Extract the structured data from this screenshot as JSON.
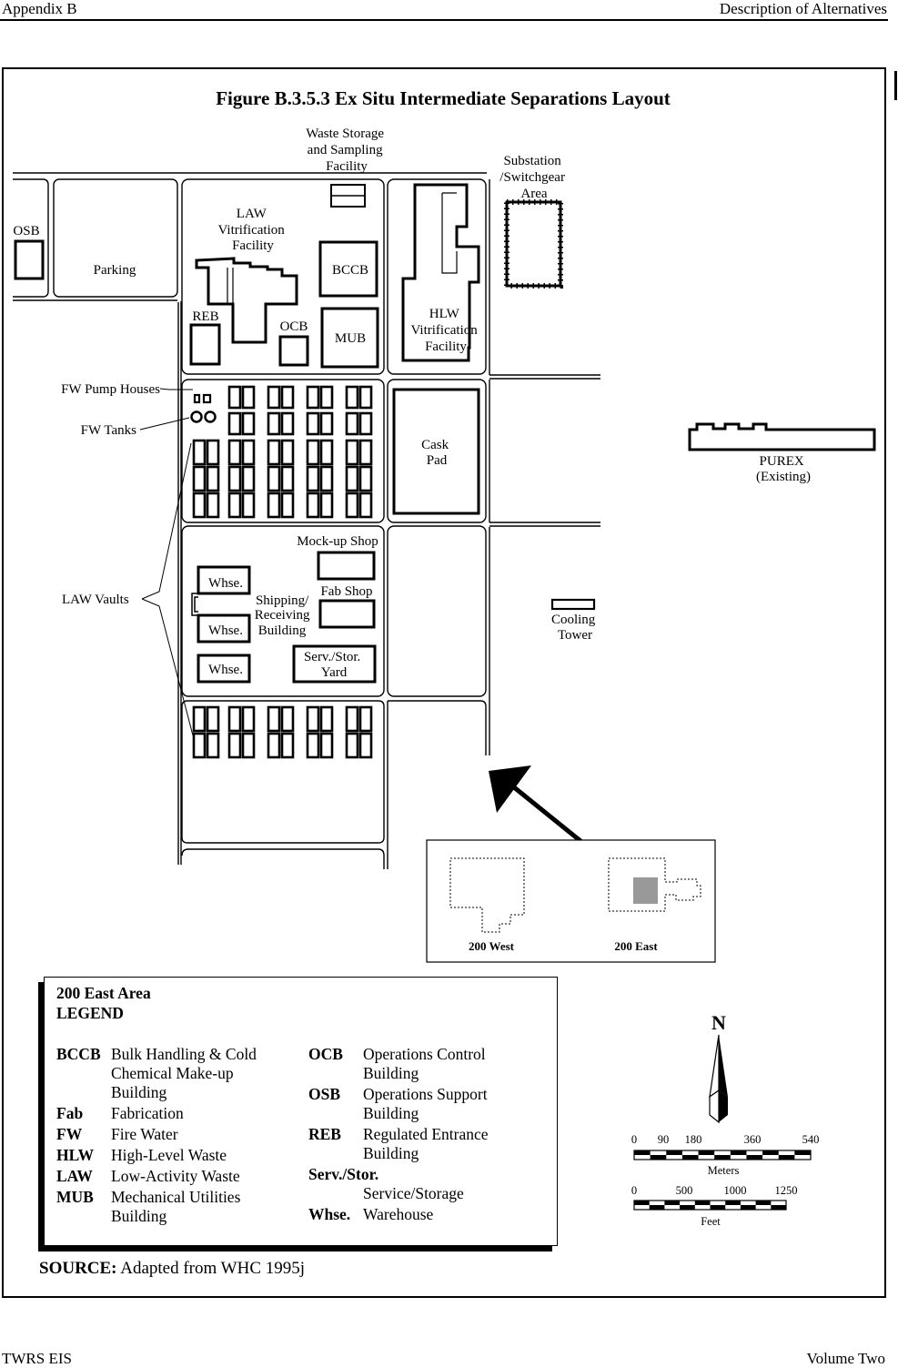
{
  "header": {
    "left": "Appendix B",
    "right": "Description of Alternatives"
  },
  "footer": {
    "left": "TWRS EIS",
    "right": "Volume Two"
  },
  "figure": {
    "title": "Figure B.3.5.3  Ex Situ Intermediate Separations Layout"
  },
  "map_labels": {
    "waste_storage": [
      "Waste Storage",
      "and Sampling",
      "Facility"
    ],
    "substation": [
      "Substation",
      "/Switchgear",
      "Area"
    ],
    "osb": "OSB",
    "parking": "Parking",
    "law_vit": [
      "LAW",
      "Vitrification",
      "Facility"
    ],
    "bccb": "BCCB",
    "reb": "REB",
    "ocb": "OCB",
    "mub": "MUB",
    "hlw_vit": [
      "HLW",
      "Vitrification",
      "Facility"
    ],
    "fw_pump": "FW Pump Houses",
    "fw_tanks": "FW Tanks",
    "cask_pad": [
      "Cask",
      "Pad"
    ],
    "purex": [
      "PUREX",
      "(Existing)"
    ],
    "mockup": "Mock-up Shop",
    "fab_shop": "Fab  Shop",
    "whse": "Whse.",
    "shipping": [
      "Shipping/",
      "Receiving",
      "Building"
    ],
    "serv": [
      "Serv./Stor.",
      "Yard"
    ],
    "law_vaults": "LAW Vaults",
    "cooling": [
      "Cooling",
      "Tower"
    ]
  },
  "inset": {
    "west": "200 West",
    "east": "200 East"
  },
  "legend": {
    "title": "200 East Area",
    "subtitle": "LEGEND",
    "left": [
      {
        "abbr": "BCCB",
        "lines": [
          "Bulk Handling & Cold",
          "Chemical Make-up",
          "Building"
        ]
      },
      {
        "abbr": "Fab",
        "lines": [
          "Fabrication"
        ]
      },
      {
        "abbr": "FW",
        "lines": [
          "Fire Water"
        ]
      },
      {
        "abbr": "HLW",
        "lines": [
          "High-Level Waste"
        ]
      },
      {
        "abbr": "LAW",
        "lines": [
          "Low-Activity Waste"
        ]
      },
      {
        "abbr": "MUB",
        "lines": [
          "Mechanical Utilities",
          "Building"
        ]
      }
    ],
    "right": [
      {
        "abbr": "OCB",
        "lines": [
          "Operations Control",
          "Building"
        ]
      },
      {
        "abbr": "OSB",
        "lines": [
          "Operations Support",
          "Building"
        ]
      },
      {
        "abbr": "REB",
        "lines": [
          "Regulated Entrance",
          "Building"
        ]
      },
      {
        "abbr": "Serv./Stor.",
        "lines": [
          "",
          "Service/Storage"
        ]
      },
      {
        "abbr": "Whse.",
        "lines": [
          "Warehouse"
        ]
      }
    ]
  },
  "scale": {
    "meters_ticks": [
      "0",
      "90",
      "180",
      "360",
      "540"
    ],
    "meters_label": "Meters",
    "feet_ticks": [
      "0",
      "500",
      "1000",
      "1250"
    ],
    "feet_label": "Feet"
  },
  "north_label": "N",
  "source": {
    "label": "SOURCE:",
    "text": " Adapted from WHC 1995j"
  }
}
